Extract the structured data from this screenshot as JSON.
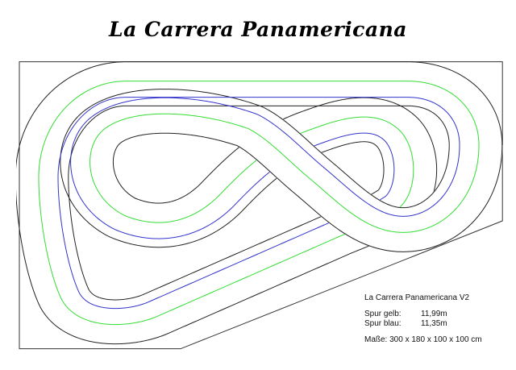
{
  "title": "La Carrera Panamericana",
  "info": {
    "name": "La Carrera Panamericana V2",
    "lanes": [
      {
        "label": "Spur gelb:",
        "value": "11,99m"
      },
      {
        "label": "Spur blau:",
        "value": "11,35m"
      }
    ],
    "dimensions": "Maße: 300 x 180 x 100 x 100 cm"
  },
  "colors": {
    "edge": "#222222",
    "lane_outer": "#33dd33",
    "lane_inner": "#3333cc",
    "board": "#333333"
  }
}
